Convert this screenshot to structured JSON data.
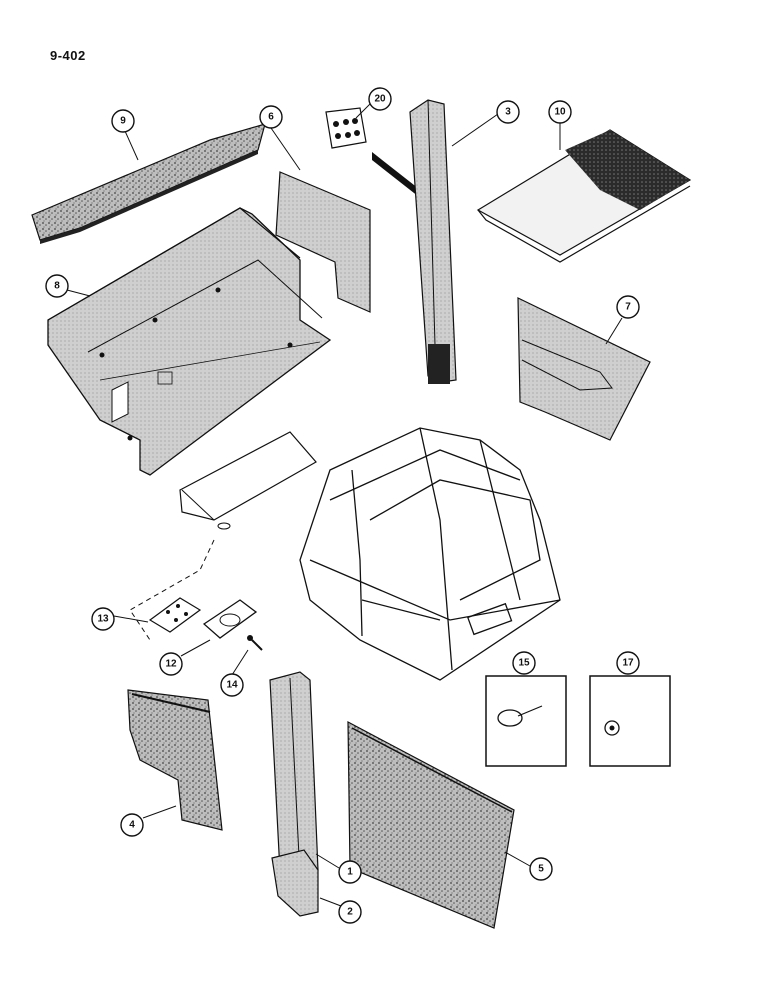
{
  "page": {
    "code": "9-402"
  },
  "callouts": [
    {
      "id": "callout-1",
      "label": "1"
    },
    {
      "id": "callout-2",
      "label": "2"
    },
    {
      "id": "callout-3",
      "label": "3"
    },
    {
      "id": "callout-4",
      "label": "4"
    },
    {
      "id": "callout-5",
      "label": "5"
    },
    {
      "id": "callout-6",
      "label": "6"
    },
    {
      "id": "callout-7",
      "label": "7"
    },
    {
      "id": "callout-8",
      "label": "8"
    },
    {
      "id": "callout-9",
      "label": "9"
    },
    {
      "id": "callout-10",
      "label": "10"
    },
    {
      "id": "callout-12",
      "label": "12"
    },
    {
      "id": "callout-13",
      "label": "13"
    },
    {
      "id": "callout-14",
      "label": "14"
    },
    {
      "id": "callout-15",
      "label": "15"
    },
    {
      "id": "callout-17",
      "label": "17"
    },
    {
      "id": "callout-20",
      "label": "20"
    }
  ],
  "colors": {
    "line": "#111111",
    "panel_fill": "#c9c9c9",
    "dark_fill": "#3a3a3a",
    "paper": "#ffffff"
  }
}
